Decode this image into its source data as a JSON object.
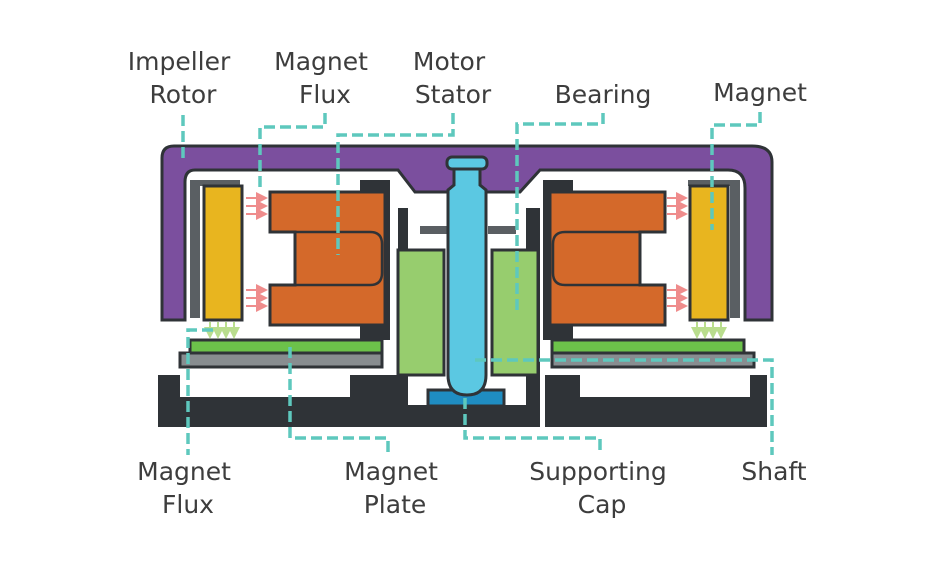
{
  "labels": {
    "impeller_rotor": [
      "Impeller",
      "Rotor"
    ],
    "magnet_flux_top": [
      "Magnet",
      "Flux"
    ],
    "motor_stator": [
      "Motor",
      "Stator"
    ],
    "bearing": [
      "Bearing"
    ],
    "magnet": [
      "Magnet"
    ],
    "magnet_flux_bottom": [
      "Magnet",
      "Flux"
    ],
    "magnet_plate": [
      "Magnet",
      "Plate"
    ],
    "supporting_cap": [
      "Supporting",
      "Cap"
    ],
    "shaft": [
      "Shaft"
    ]
  },
  "colors": {
    "rotor": "#7b4f9e",
    "magnet": "#e8b51f",
    "stator_coil": "#d4692a",
    "bearing": "#97cd6e",
    "shaft": "#5bc8e2",
    "base": "#2f3337",
    "plate_green": "#6cc24a",
    "plate_grey": "#888d90",
    "cap": "#1f8dc2",
    "leader": "#5ec8bd",
    "flux_arrow": "#ef8c8c",
    "flux_arrow_down": "#b9dd8e",
    "label_text": "#3d3d3d"
  }
}
